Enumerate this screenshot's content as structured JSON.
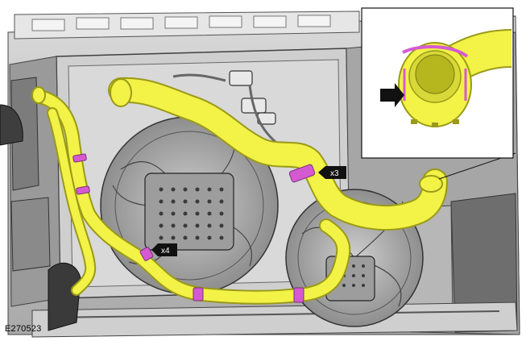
{
  "figure": {
    "id_label": "E270523"
  },
  "callouts": [
    {
      "label": "x3"
    },
    {
      "label": "x4"
    }
  ],
  "colors": {
    "hose": "#f2f247",
    "hose_edge": "#9a9a18",
    "clamp": "#d55ad2",
    "engine_bay_light": "#e9e9e9",
    "engine_bay_mid": "#bfbfbf",
    "engine_bay_dark": "#5a5a5a",
    "callout_bg": "#111111"
  },
  "icons": [
    "arrow-right-icon",
    "detail-inset"
  ]
}
